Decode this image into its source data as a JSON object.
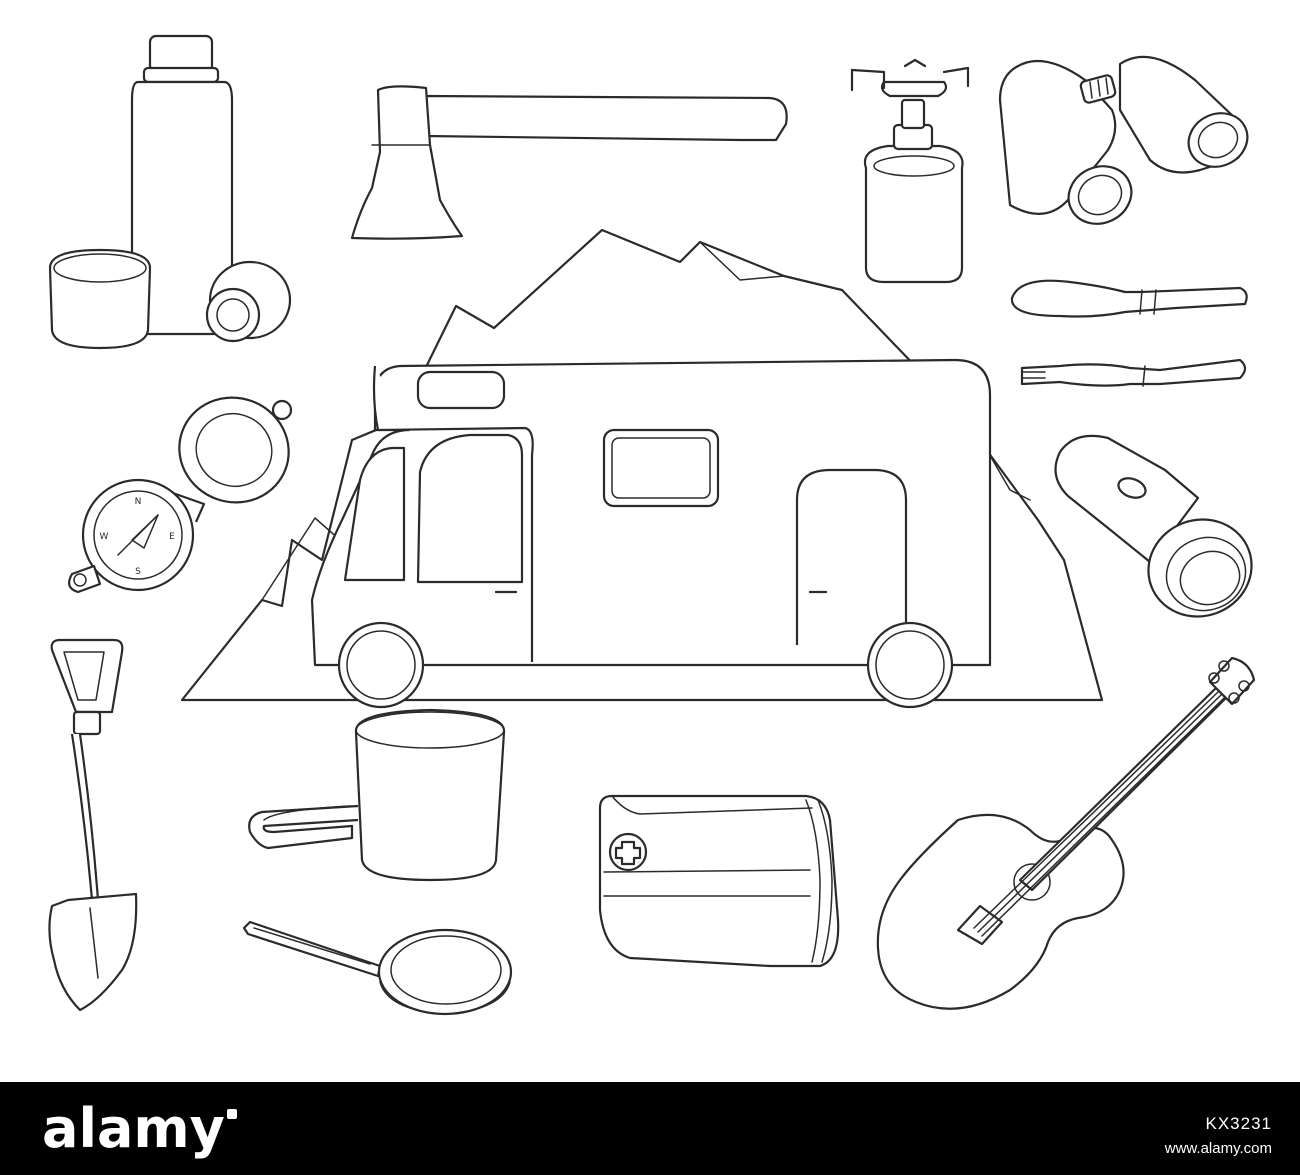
{
  "illustration": {
    "style": "line-art",
    "stroke_color": "#2b2b2b",
    "background_color": "#ffffff",
    "items": [
      "thermos-icon",
      "axe-icon",
      "camping-stove-icon",
      "binoculars-icon",
      "spork-spoon-icon",
      "spork-fork-icon",
      "compass-icon",
      "flashlight-icon",
      "campervan-icon",
      "mountains-icon",
      "shovel-icon",
      "pot-icon",
      "frying-pan-icon",
      "first-aid-kit-icon",
      "guitar-icon"
    ]
  },
  "watermark_bar": {
    "background_color": "#000000",
    "text_color": "#ffffff",
    "logo": "alamy",
    "image_id": "KX3231",
    "url": "www.alamy.com"
  }
}
